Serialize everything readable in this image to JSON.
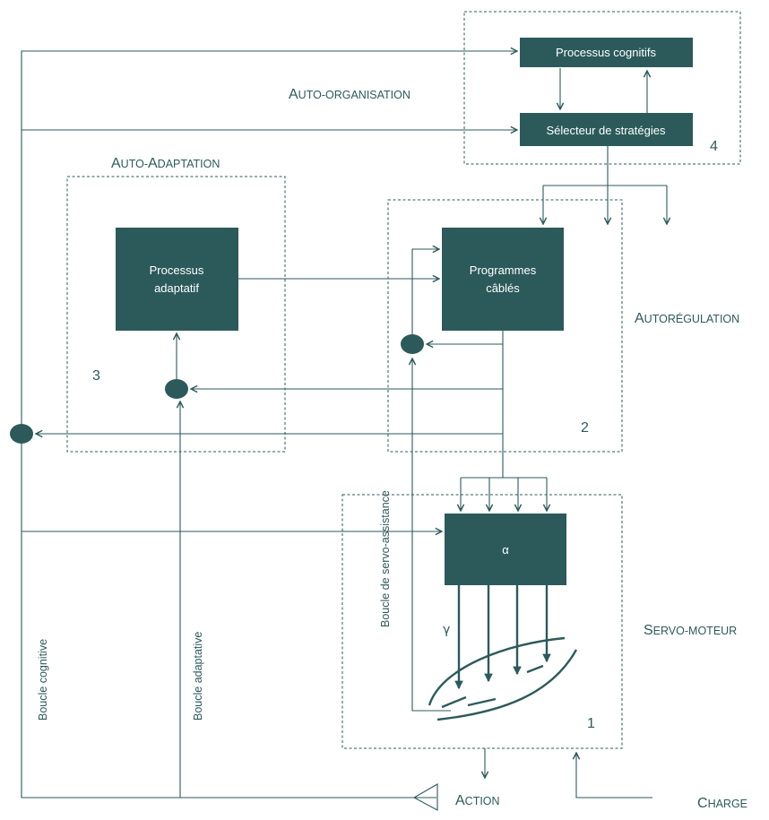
{
  "boxes": {
    "cognitive": "Processus cognitifs",
    "selector": "Sélecteur de stratégies",
    "adaptive_line1": "Processus",
    "adaptive_line2": "adaptatif",
    "programs_line1": "Programmes",
    "programs_line2": "câblés",
    "alpha": "α"
  },
  "regions": {
    "auto_organisation": {
      "first": "A",
      "rest": "UTO-ORGANISATION"
    },
    "auto_adaptation": {
      "first1": "A",
      "rest1": "UTO-",
      "first2": "A",
      "rest2": "DAPTATION"
    },
    "autoregulation": {
      "first": "A",
      "rest": "UTORÉGULATION"
    },
    "servo_moteur": {
      "first1": "S",
      "rest1": "ERVO-",
      "rest2": "MOTEUR"
    },
    "action": {
      "first": "A",
      "rest": "CTION"
    },
    "charge": {
      "first": "C",
      "rest": "HARGE"
    }
  },
  "numbers": {
    "n1": "1",
    "n2": "2",
    "n3": "3",
    "n4": "4"
  },
  "loops": {
    "cognitive": "Boucle cognitive",
    "adaptive": "Boucle adaptative",
    "servo": "Boucle  de servo-assistance"
  },
  "gamma": "γ",
  "colors": {
    "primary": "#2c5a5b",
    "background": "#ffffff"
  }
}
